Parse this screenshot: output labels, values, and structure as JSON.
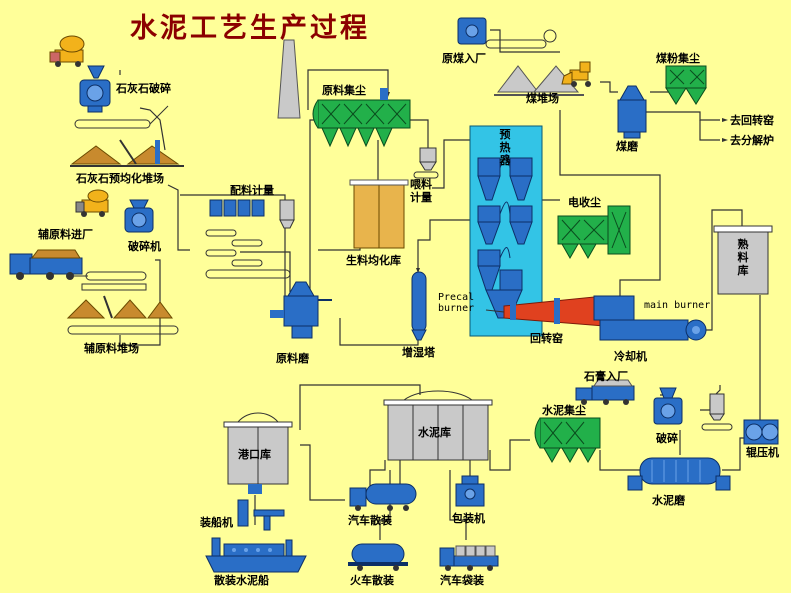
{
  "title": "水泥工艺生产过程",
  "labels": {
    "limestone_crush": "石灰石破碎",
    "limestone_prehomog": "石灰石预均化堆场",
    "aux_in": "辅原料进厂",
    "crusher": "破碎机",
    "aux_yard": "辅原料堆场",
    "batching": "配料计量",
    "raw_mill": "原料磨",
    "raw_dust": "原料集尘",
    "raw_homo": "生料均化库",
    "feed_meter": "喂料计量",
    "humid_tower": "增湿塔",
    "preheater": "预热器",
    "esp": "电收尘",
    "coal_in": "原煤入厂",
    "coal_yard": "煤堆场",
    "coal_dust": "煤粉集尘",
    "coal_mill": "煤磨",
    "to_kiln": "去回转窑",
    "to_calciner": "去分解炉",
    "precal_burner": "Precal\nburner",
    "main_burner": "main burner",
    "rotary_kiln": "回转窑",
    "cooler": "冷却机",
    "clinker_silo": "熟料库",
    "gypsum_in": "石膏入厂",
    "cement_dust": "水泥集尘",
    "crush": "破碎",
    "roller_press": "辊压机",
    "cement_mill": "水泥磨",
    "cement_silo": "水泥库",
    "port_silo": "港口库",
    "ship_loader": "装船机",
    "bulk_ship": "散装水泥船",
    "truck_bulk": "汽车散装",
    "packer": "包装机",
    "train_bulk": "火车散装",
    "truck_bag": "汽车袋装"
  },
  "colors": {
    "background": "#FFFF99",
    "title": "#8B0000",
    "equipment_blue": "#2A6EC6",
    "dust_green": "#22B04A",
    "kiln_red": "#E0411F",
    "preheater_cyan": "#33C4E6",
    "silo_gray": "#C9C9C9",
    "homo_orange": "#E8B44C",
    "material_brown": "#C88A2E",
    "truck_yellow": "#F2B21B"
  },
  "icons": [
    "dump-truck-icon",
    "crusher-icon",
    "stockpile-icon",
    "dust-collector-icon",
    "silo-icon",
    "rotary-kiln-icon",
    "ship-icon",
    "train-car-icon"
  ]
}
